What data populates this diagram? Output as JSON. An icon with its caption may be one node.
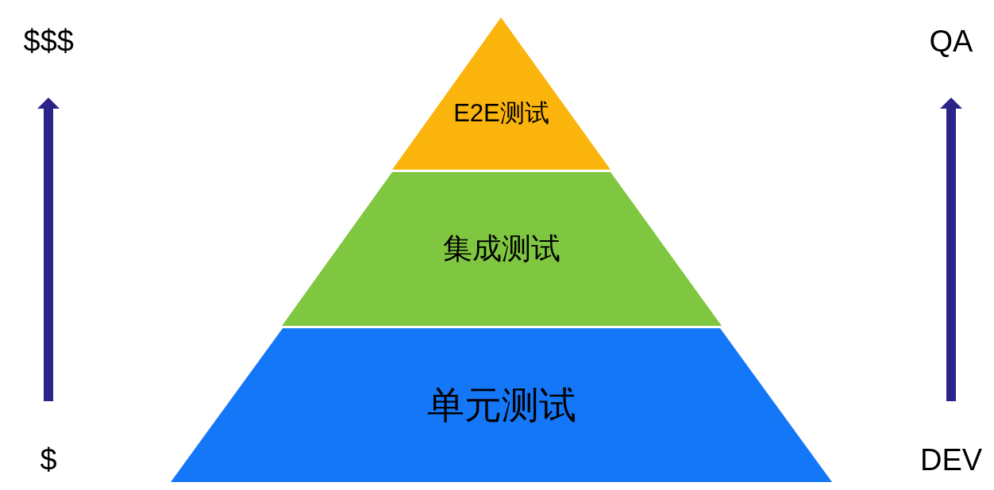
{
  "diagram": {
    "nodes": [
      {
        "text": [
          "E2E测试"
        ]
      },
      {
        "text": [
          "集成测试"
        ]
      },
      {
        "text": [
          "单元测试"
        ]
      }
    ],
    "labels": [
      "$$$",
      "QA",
      "$",
      "DEV"
    ]
  }
}
